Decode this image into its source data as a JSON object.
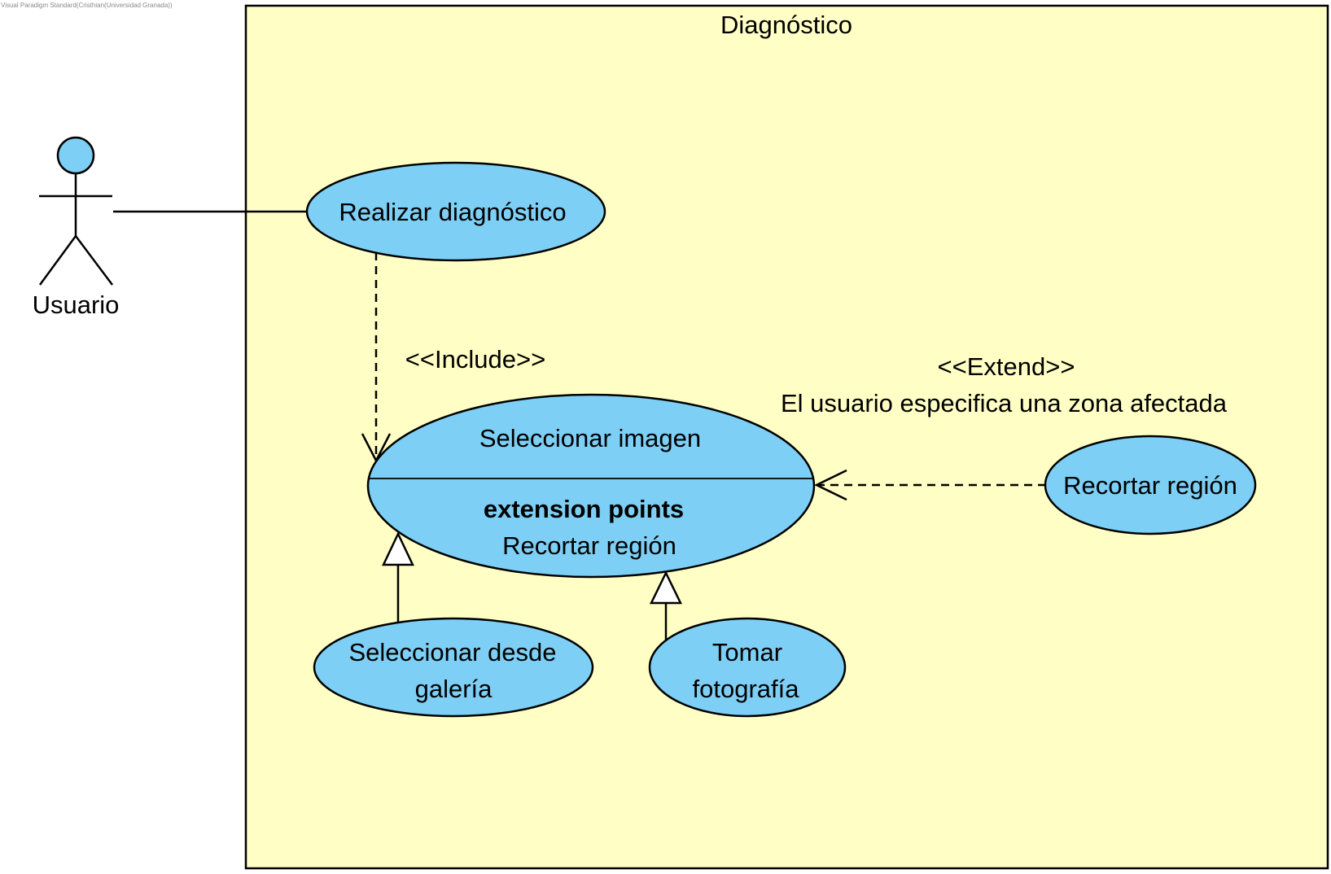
{
  "watermark": "Visual Paradigm Standard(Cristhian(Universidad Granada))",
  "system": {
    "title": "Diagnóstico"
  },
  "actor": {
    "name": "Usuario"
  },
  "use_cases": {
    "realizar": "Realizar diagnóstico",
    "seleccionar": {
      "name": "Seleccionar imagen",
      "ext_header": "extension points",
      "ext_point": "Recortar región"
    },
    "recortar": "Recortar región",
    "galeria": {
      "line1": "Seleccionar desde",
      "line2": "galería"
    },
    "foto": {
      "line1": "Tomar",
      "line2": "fotografía"
    }
  },
  "relations": {
    "include": "<<Include>>",
    "extend": "<<Extend>>",
    "extend_condition": "El usuario especifica una zona afectada"
  },
  "colors": {
    "system_fill": "#ffffc5",
    "use_case_fill": "#7dcff5",
    "actor_head": "#7dcff5"
  }
}
